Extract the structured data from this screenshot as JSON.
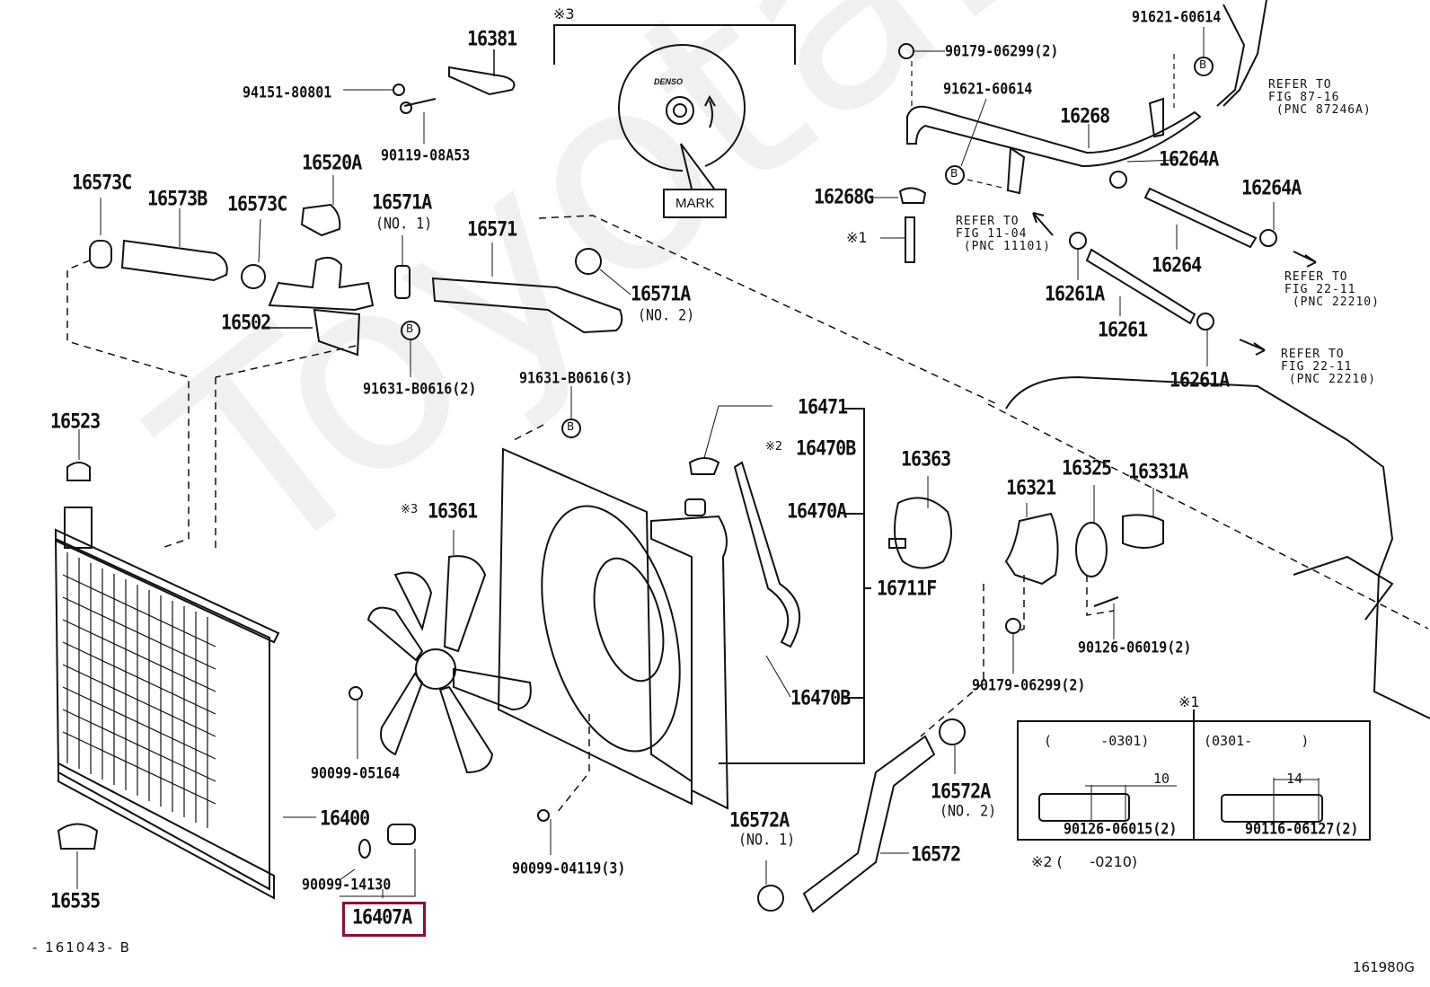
{
  "diagram": {
    "watermark": "ToyotaPartsMine.ru",
    "figure_code_left": "- 161043- B",
    "figure_code_right": "161980G",
    "highlighted_part": "16407A",
    "parts": {
      "p16381": "16381",
      "p94151": "94151-80801",
      "p90119": "90119-08A53",
      "p16520A": "16520A",
      "p16573C_a": "16573C",
      "p16573B": "16573B",
      "p16573C_b": "16573C",
      "p16571A_no1": "16571A",
      "p16571A_no1_sub": "(NO. 1)",
      "p16571": "16571",
      "p16502": "16502",
      "p91631_2": "91631-B0616(2)",
      "p16571A_no2": "16571A",
      "p16571A_no2_sub": "(NO. 2)",
      "p90179_top": "90179-06299(2)",
      "p91621_a": "91621-60614",
      "p91621_b": "91621-60614",
      "p16268": "16268",
      "p16268G": "16268G",
      "p16264A_a": "16264A",
      "p16264A_b": "16264A",
      "p16264": "16264",
      "p16261A_a": "16261A",
      "p16261": "16261",
      "p16261A_b": "16261A",
      "p16523": "16523",
      "p16361": "16361",
      "p91631_3": "91631-B0616(3)",
      "p16471": "16471",
      "p16470B_a": "16470B",
      "p16470A": "16470A",
      "p16711F": "16711F",
      "p16470B_b": "16470B",
      "p16363": "16363",
      "p16321": "16321",
      "p16325": "16325",
      "p16331A": "16331A",
      "p90126_06019": "90126-06019(2)",
      "p90179_bottom": "90179-06299(2)",
      "p90099_05164": "90099-05164",
      "p16400": "16400",
      "p90099_14130": "90099-14130",
      "p16407A": "16407A",
      "p16535": "16535",
      "p90099_04119": "90099-04119(3)",
      "p16572A_no1": "16572A",
      "p16572A_no1_sub": "(NO. 1)",
      "p16572": "16572",
      "p16572A_no2": "16572A",
      "p16572A_no2_sub": "(NO. 2)"
    },
    "references": {
      "r87_16": "REFER TO\nFIG 87-16\n (PNC 87246A)",
      "r11_04": "REFER TO\nFIG 11-04\n (PNC 11101)",
      "r22_11_a": "REFER TO\nFIG 22-11\n (PNC 22210)",
      "r22_11_b": "REFER TO\nFIG 22-11\n (PNC 22210)"
    },
    "notes": {
      "mark3_header": "※3",
      "mark3_label": "※3",
      "mark2_label": "※2",
      "mark1_label": "※1",
      "mark1_header": "※1",
      "mark2_footnote": "※2 (      -0210)",
      "denso_text": "DENSO",
      "mark_box": "MARK",
      "circle_b": "B"
    },
    "inset": {
      "left_range": "(      -0301)",
      "left_dim": "10",
      "left_part": "90126-06015(2)",
      "right_range": "(0301-      )",
      "right_dim": "14",
      "right_part": "90116-06127(2)"
    }
  }
}
